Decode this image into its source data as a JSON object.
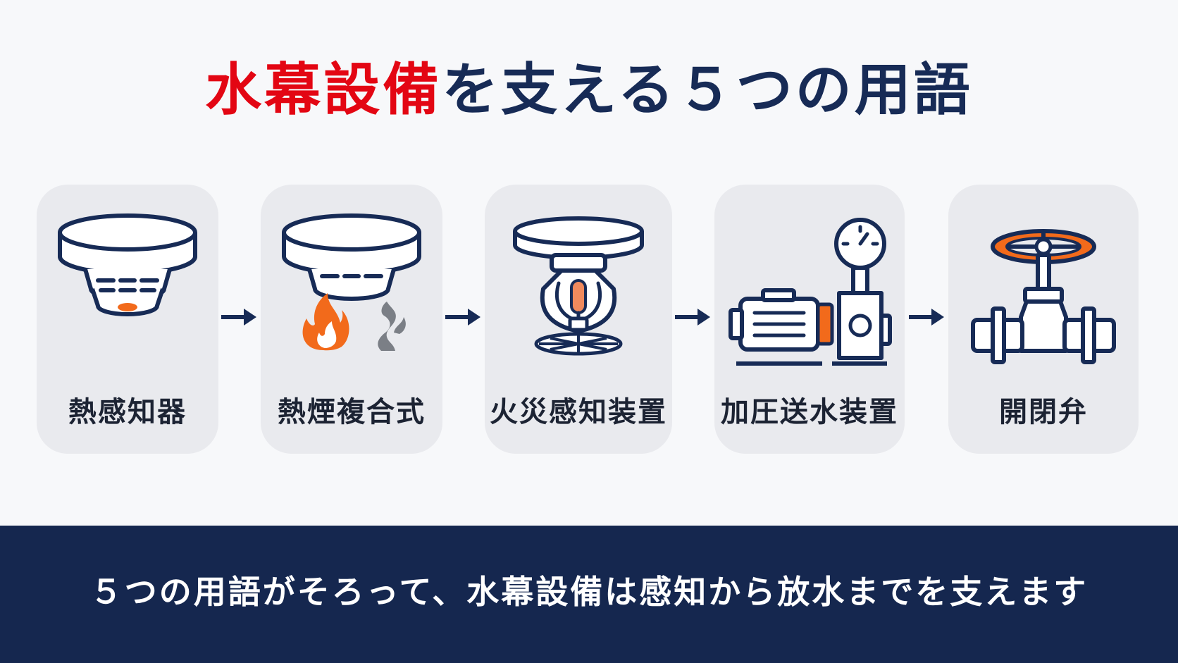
{
  "title": {
    "accent": "水幕設備",
    "main": "を支える５つの用語"
  },
  "colors": {
    "navy": "#15274f",
    "red": "#e30613",
    "orange": "#f26a1b",
    "card": "#e9eaee"
  },
  "cards": [
    {
      "label": "熱感知器",
      "icon": "heat-detector-icon"
    },
    {
      "label": "熱煙複合式",
      "icon": "heat-smoke-combo-detector-icon"
    },
    {
      "label": "火災感知装置",
      "icon": "sprinkler-head-icon"
    },
    {
      "label": "加圧送水装置",
      "icon": "pressure-pump-icon"
    },
    {
      "label": "開閉弁",
      "icon": "gate-valve-icon"
    }
  ],
  "footer": {
    "message": "５つの用語がそろって、水幕設備は感知から放水までを支えます"
  }
}
